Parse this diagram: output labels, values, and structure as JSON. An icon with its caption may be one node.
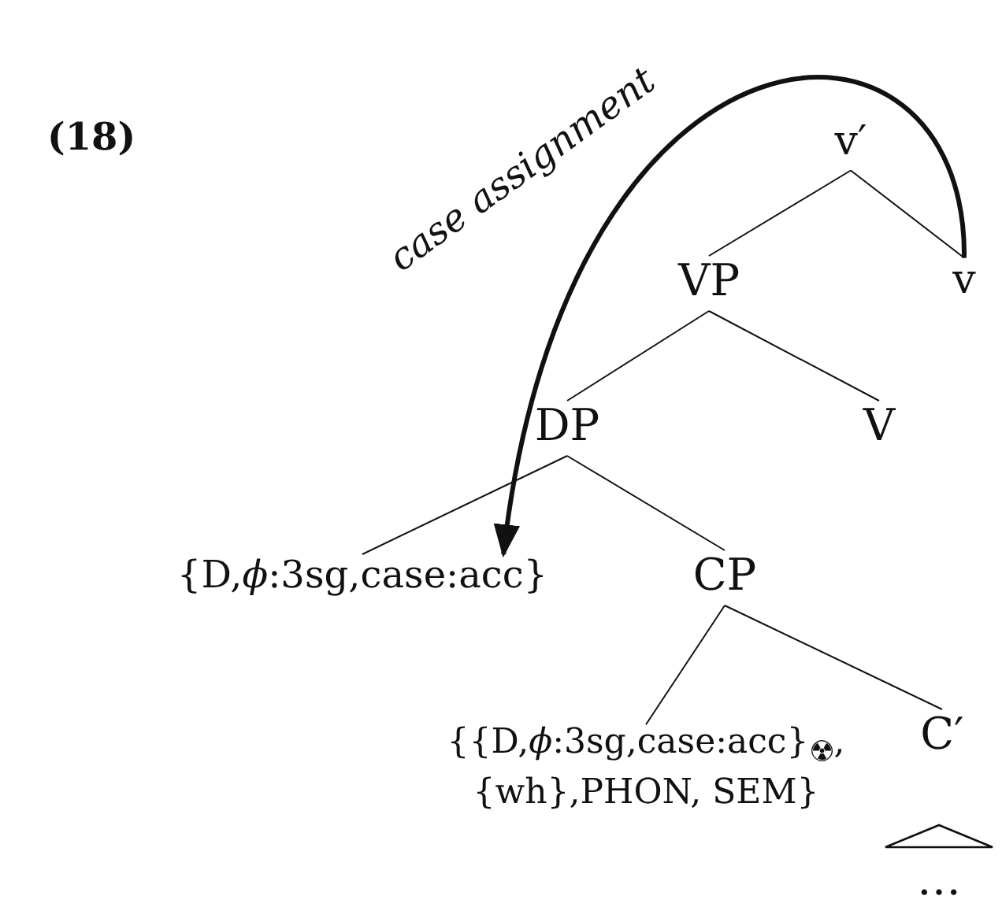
{
  "diagram": {
    "nodes": [
      {
        "text": [
          "v′"
        ]
      },
      {
        "text": [
          "VP"
        ]
      },
      {
        "text": [
          "v"
        ]
      },
      {
        "text": [
          "DP"
        ]
      },
      {
        "text": [
          "V"
        ]
      },
      {
        "text": [
          "{D,*ϕ*:3sg,case:acc}"
        ]
      },
      {
        "text": [
          "CP"
        ]
      },
      {
        "text": [
          "{{D,*ϕ*:3sg,case:acc}$_{☢}$, {wh},PHON, SEM}"
        ]
      },
      {
        "text": [
          "C′"
        ]
      },
      {
        "text": [
          "…"
        ]
      }
    ],
    "edges": [
      {
        "from": 0,
        "to": 1,
        "arrow": "none"
      },
      {
        "from": 0,
        "to": 2,
        "arrow": "none"
      },
      {
        "from": 1,
        "to": 3,
        "arrow": "none"
      },
      {
        "from": 1,
        "to": 4,
        "arrow": "none"
      },
      {
        "from": 3,
        "to": 5,
        "arrow": "none"
      },
      {
        "from": 3,
        "to": 6,
        "arrow": "none"
      },
      {
        "from": 6,
        "to": 7,
        "arrow": "none"
      },
      {
        "from": 6,
        "to": 8,
        "arrow": "none"
      },
      {
        "from": 2,
        "to": 5,
        "arrow": "to",
        "label": "case assignment",
        "style": "thick"
      }
    ],
    "labels": [
      "(18)"
    ]
  }
}
